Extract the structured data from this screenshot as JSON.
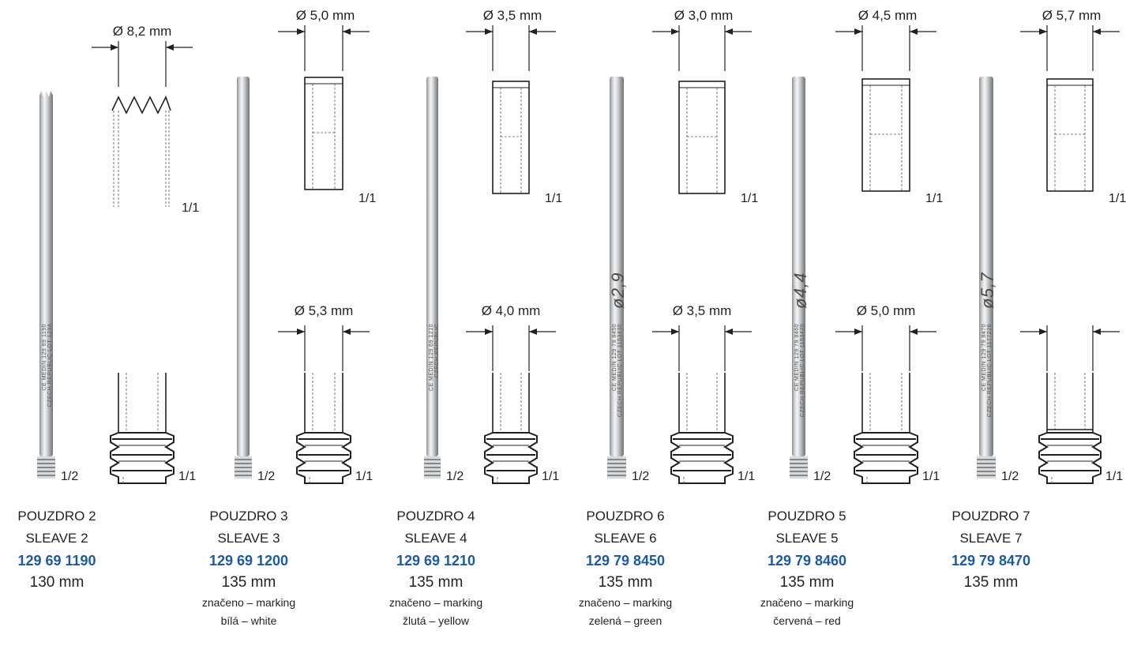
{
  "sleeves": [
    {
      "name_cz": "POUZDRO 2",
      "name_en": "SLEAVE 2",
      "code": "129 69 1190",
      "length": "130 mm",
      "marking": "",
      "color": "",
      "dim_top": "Ø 8,2 mm",
      "dim_bottom": "",
      "rod_etch": "",
      "rod_label": [
        "CE MEDIN  129 69 1190",
        "CZECH REPUBLIC  LOT 1234"
      ]
    },
    {
      "name_cz": "POUZDRO 3",
      "name_en": "SLEAVE 3",
      "code": "129 69 1200",
      "length": "135 mm",
      "marking": "značeno – marking",
      "color": "bílá – white",
      "dim_top": "Ø 5,0 mm",
      "dim_bottom": "Ø 5,3 mm",
      "rod_etch": "",
      "rod_label": [
        "",
        ""
      ]
    },
    {
      "name_cz": "POUZDRO 4",
      "name_en": "SLEAVE 4",
      "code": "129 69 1210",
      "length": "135 mm",
      "marking": "značeno – marking",
      "color": "žlutá – yellow",
      "dim_top": "Ø 3,5 mm",
      "dim_bottom": "Ø 4,0 mm",
      "rod_etch": "",
      "rod_label": [
        "CE MEDIN  129 69 1210",
        "CZECH REPUBLIC"
      ]
    },
    {
      "name_cz": "POUZDRO 6",
      "name_en": "SLEAVE 6",
      "code": "129 79 8450",
      "length": "135 mm",
      "marking": "značeno – marking",
      "color": "zelená – green",
      "dim_top": "Ø 3,0 mm",
      "dim_bottom": "Ø 3,5 mm",
      "rod_etch": "ø2,9",
      "rod_label": [
        "CE MEDIN  129 79 8450",
        "CZECH REPUBLIC  LOT 1153430"
      ]
    },
    {
      "name_cz": "POUZDRO 5",
      "name_en": "SLEAVE 5",
      "code": "129 79 8460",
      "length": "135 mm",
      "marking": "značeno – marking",
      "color": "červená – red",
      "dim_top": "Ø 4,5 mm",
      "dim_bottom": "Ø 5,0 mm",
      "rod_etch": "ø4,4",
      "rod_label": [
        "CE MEDIN  129 79 8460",
        "CZECH REPUBLIC  LOT 1153420"
      ]
    },
    {
      "name_cz": "POUZDRO 7",
      "name_en": "SLEAVE 7",
      "code": "129 79 8470",
      "length": "135 mm",
      "marking": "",
      "color": "",
      "dim_top": "Ø 5,7 mm",
      "dim_bottom": "",
      "rod_etch": "ø5,7",
      "rod_label": [
        "CE MEDIN  129 79 8470",
        "CZECH REPUBLIC  LOT 1177226"
      ]
    }
  ],
  "scale_full": "1/1",
  "scale_half": "1/2",
  "colors": {
    "code": "#1a5aa6",
    "text": "#231f20"
  }
}
